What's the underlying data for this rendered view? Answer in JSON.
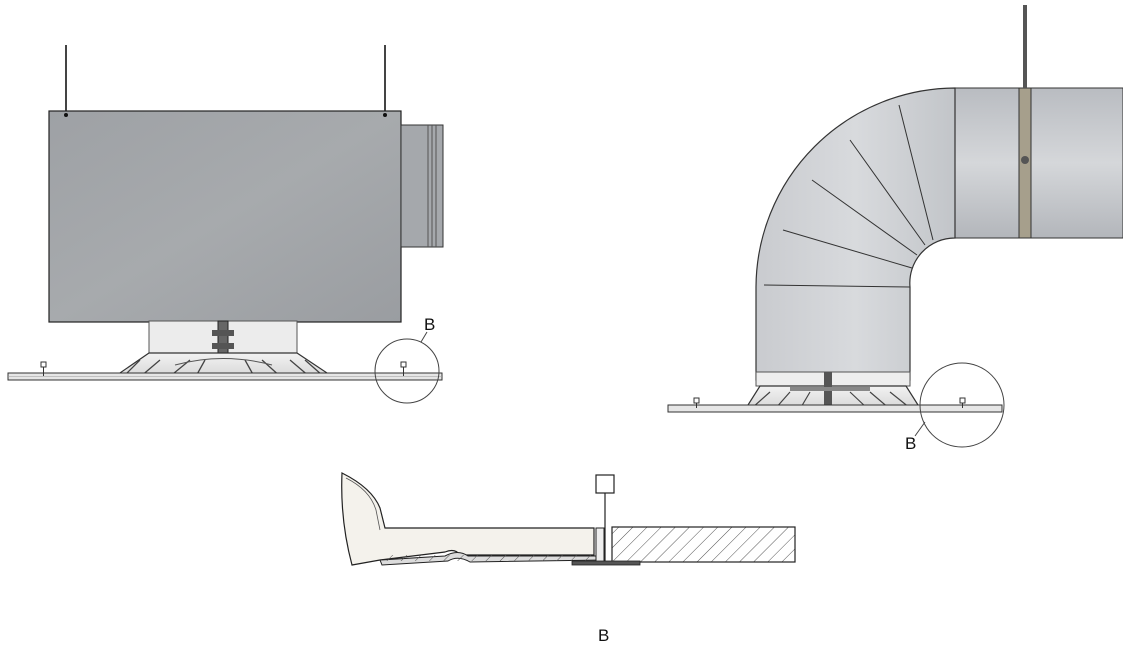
{
  "labels": {
    "left_detail": "B",
    "right_detail": "B",
    "caption": "B"
  }
}
